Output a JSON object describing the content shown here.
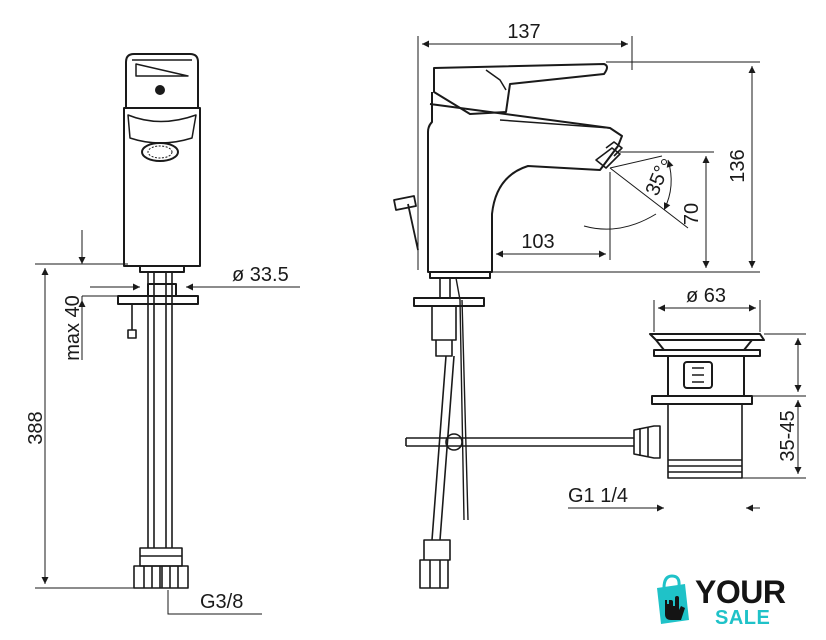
{
  "dimensions": {
    "side_width": "137",
    "spout_reach": "103",
    "height": "136",
    "spout_height": "70",
    "lever_angle": "35°",
    "body_diameter": "ø 33.5",
    "max_thickness": "max 40",
    "hose_length": "388",
    "hose_thread": "G3/8",
    "waste_diameter": "ø 63",
    "waste_range": "35-45",
    "waste_thread": "G1 1/4"
  },
  "logo": {
    "main": "YOUR",
    "sub": "SALE",
    "icon": "shopping-bag-hand-icon",
    "colors": {
      "accent": "#1fc2c8",
      "dark": "#141414"
    }
  }
}
